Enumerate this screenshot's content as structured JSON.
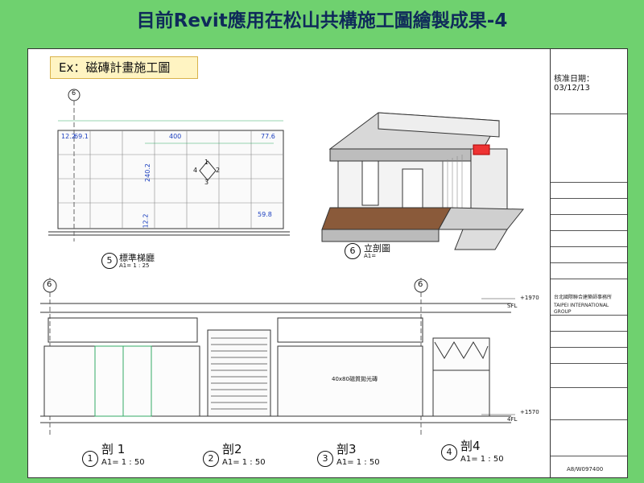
{
  "title": "目前Revit應用在松山共構施工圖繪製成果-4",
  "example_box": "Ex：磁磚計畫施工圖",
  "title_block": {
    "approval_label": "核准日期：",
    "approval_date": "03/12/13",
    "firm_name_cn": "台北國際聯合建築師事務所",
    "firm_name_en": "TAIPEI INTERNATIONAL GROUP",
    "sheet_no": "A8/W097400"
  },
  "plan": {
    "grid_bubble": "6",
    "dims": {
      "top_left": "12.2",
      "top_left2": "69.1",
      "top_mid": "400",
      "top_right": "77.6",
      "left_vertical": "240.2",
      "bottom_left_vertical": "12.2",
      "bottom_right": "59.8"
    },
    "directions": [
      "1",
      "2",
      "3",
      "4"
    ],
    "view_number": "5",
    "view_name": "標準梯廳",
    "view_scale": "A1= 1 : 25"
  },
  "elevation": {
    "view_number": "6",
    "view_name": "立剖圖",
    "view_scale": "A1="
  },
  "sections": {
    "grid_bubble": "6",
    "level_top": "+1970",
    "level_top_tag": "SFL",
    "level_bottom": "+1570",
    "level_bottom_tag": "4FL",
    "tile_note": "40x80磁質拋光磚",
    "items": [
      {
        "number": "1",
        "name": "剖 1",
        "scale": "A1= 1 : 50"
      },
      {
        "number": "2",
        "name": "剖2",
        "scale": "A1= 1 : 50"
      },
      {
        "number": "3",
        "name": "剖3",
        "scale": "A1= 1 : 50"
      },
      {
        "number": "4",
        "name": "剖4",
        "scale": "A1= 1 : 50"
      }
    ]
  }
}
